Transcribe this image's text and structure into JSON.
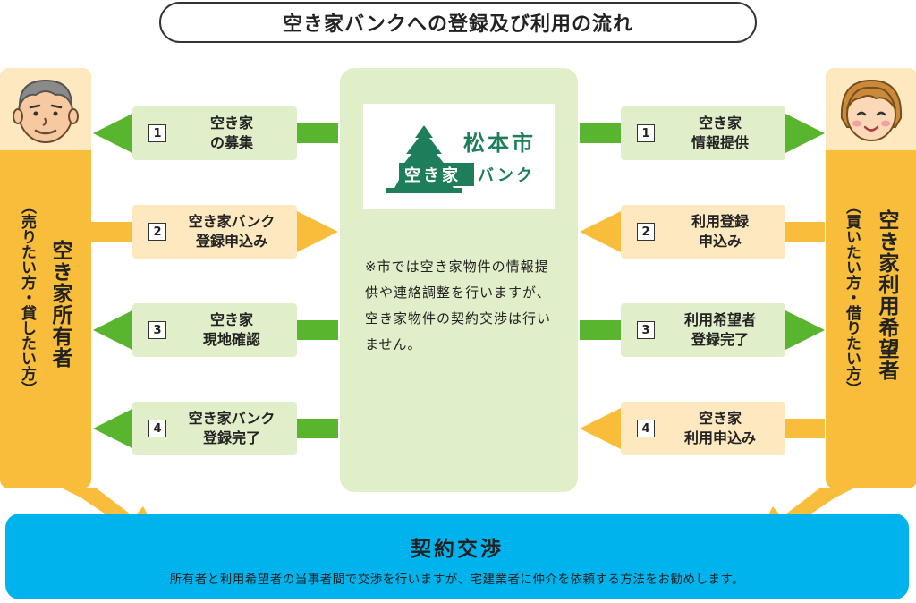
{
  "title": "空き家バンクへの登録及び利用の流れ",
  "owner": {
    "role": "空き家所有者",
    "sub": "（売りたい方・貸したい方）"
  },
  "user": {
    "role": "空き家利用希望者",
    "sub": "（買いたい方・借りたい方）"
  },
  "logo": {
    "city": "松本市",
    "bank_left": "空き家",
    "bank_right": "バンク"
  },
  "center_note": "※市では空き家物件の情報提供や連絡調整を行いますが、空き家物件の契約交渉は行いません。",
  "left_steps": [
    {
      "num": "1",
      "line1": "空き家",
      "line2": "の募集"
    },
    {
      "num": "2",
      "line1": "空き家バンク",
      "line2": "登録申込み"
    },
    {
      "num": "3",
      "line1": "空き家",
      "line2": "現地確認"
    },
    {
      "num": "4",
      "line1": "空き家バンク",
      "line2": "登録完了"
    }
  ],
  "right_steps": [
    {
      "num": "1",
      "line1": "空き家",
      "line2": "情報提供"
    },
    {
      "num": "2",
      "line1": "利用登録",
      "line2": "申込み"
    },
    {
      "num": "3",
      "line1": "利用希望者",
      "line2": "登録完了"
    },
    {
      "num": "4",
      "line1": "空き家",
      "line2": "利用申込み"
    }
  ],
  "bottom": {
    "title": "契約交渉",
    "desc": "所有者と利用希望者の当事者間で交渉を行いますが、宅建業者に仲介を依頼する方法をお勧めします。"
  },
  "colors": {
    "green_arrow": "#5ab52e",
    "yellow_arrow": "#f9bd3c",
    "panel_green": "#e0efc9",
    "panel_yellow": "#fde8c0",
    "bottom_blue": "#00b3ec",
    "logo_green": "#1e7d5a"
  }
}
